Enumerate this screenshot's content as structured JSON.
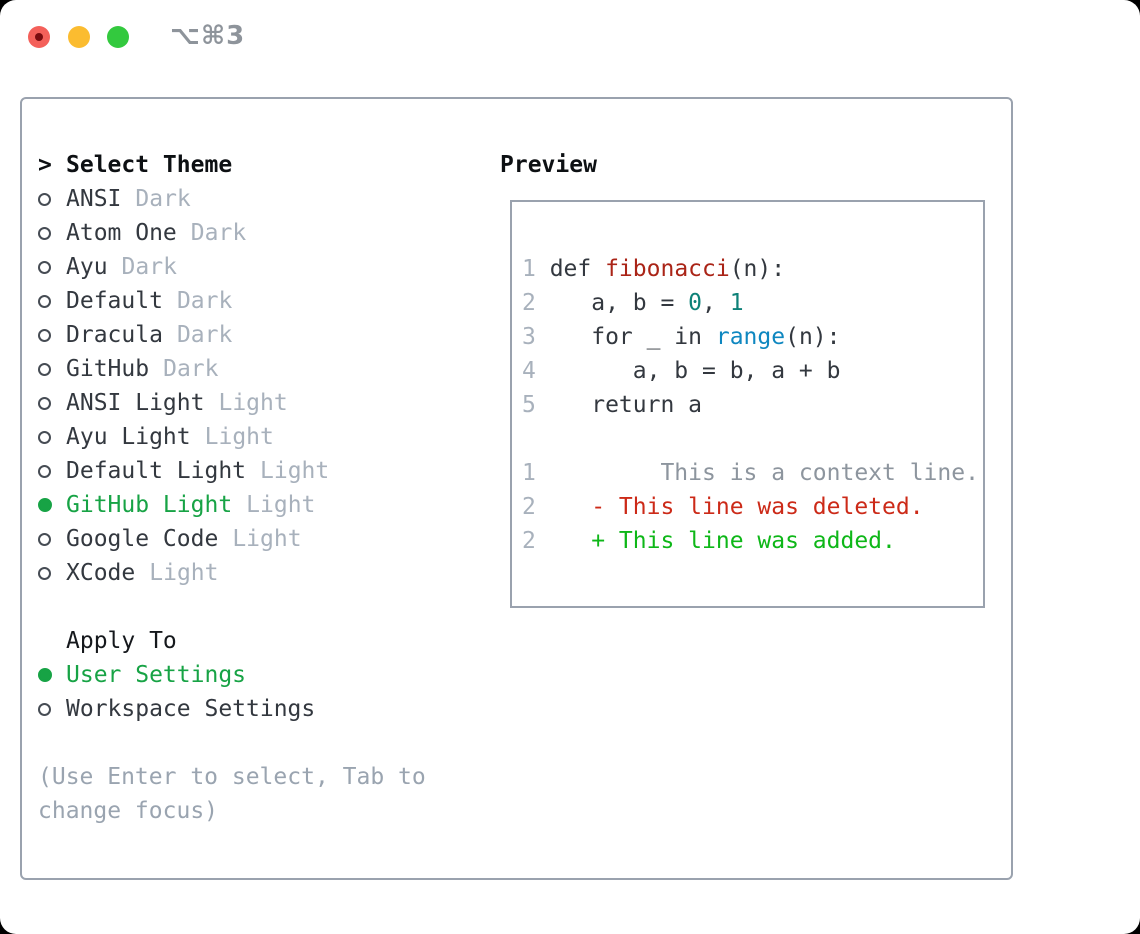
{
  "window": {
    "shortcut_label": "⌥⌘3"
  },
  "left_panel": {
    "prompt": ">",
    "title": "Select Theme",
    "themes": [
      {
        "name": "ANSI",
        "variant": "Dark",
        "selected": false
      },
      {
        "name": "Atom One",
        "variant": "Dark",
        "selected": false
      },
      {
        "name": "Ayu",
        "variant": "Dark",
        "selected": false
      },
      {
        "name": "Default",
        "variant": "Dark",
        "selected": false
      },
      {
        "name": "Dracula",
        "variant": "Dark",
        "selected": false
      },
      {
        "name": "GitHub",
        "variant": "Dark",
        "selected": false
      },
      {
        "name": "ANSI Light",
        "variant": "Light",
        "selected": false
      },
      {
        "name": "Ayu Light",
        "variant": "Light",
        "selected": false
      },
      {
        "name": "Default Light",
        "variant": "Light",
        "selected": false
      },
      {
        "name": "GitHub Light",
        "variant": "Light",
        "selected": true
      },
      {
        "name": "Google Code",
        "variant": "Light",
        "selected": false
      },
      {
        "name": "XCode",
        "variant": "Light",
        "selected": false
      }
    ],
    "apply_to": {
      "title": "Apply To",
      "options": [
        {
          "label": "User Settings",
          "selected": true
        },
        {
          "label": "Workspace Settings",
          "selected": false
        }
      ]
    },
    "hint": "(Use Enter to select, Tab to change focus)"
  },
  "preview": {
    "title": "Preview",
    "lines": [
      {
        "num": "1",
        "segments": [
          {
            "text": "def ",
            "color": "code"
          },
          {
            "text": "fibonacci",
            "color": "function"
          },
          {
            "text": "(n):",
            "color": "code"
          }
        ]
      },
      {
        "num": "2",
        "segments": [
          {
            "text": "   a, b = ",
            "color": "code"
          },
          {
            "text": "0",
            "color": "number"
          },
          {
            "text": ", ",
            "color": "code"
          },
          {
            "text": "1",
            "color": "number"
          }
        ]
      },
      {
        "num": "3",
        "segments": [
          {
            "text": "   for _ in ",
            "color": "code"
          },
          {
            "text": "range",
            "color": "builtin"
          },
          {
            "text": "(n):",
            "color": "code"
          }
        ]
      },
      {
        "num": "4",
        "segments": [
          {
            "text": "      a, b = b, a + b",
            "color": "code"
          }
        ]
      },
      {
        "num": "5",
        "segments": [
          {
            "text": "   return a",
            "color": "code"
          }
        ]
      },
      {
        "num": "",
        "segments": []
      },
      {
        "num": "1",
        "segments": [
          {
            "text": "        This is a context line.",
            "color": "context"
          }
        ]
      },
      {
        "num": "2",
        "segments": [
          {
            "text": "   - This line was deleted.",
            "color": "deleted"
          }
        ]
      },
      {
        "num": "2",
        "segments": [
          {
            "text": "   + This line was added.",
            "color": "added"
          }
        ]
      }
    ]
  },
  "colors": {
    "accent_green": "#17a345",
    "added_green": "#0eb718",
    "deleted_red": "#cc2a18",
    "function_red": "#aa2417",
    "number_teal": "#0e8178",
    "builtin_blue": "#0e87c0",
    "muted_gray": "#a8b1bc",
    "text_dark": "#33383f",
    "border_gray": "#9aa2ae",
    "traffic_red": "#f4605a",
    "traffic_yellow": "#fbbc30",
    "traffic_green": "#33c93e"
  }
}
